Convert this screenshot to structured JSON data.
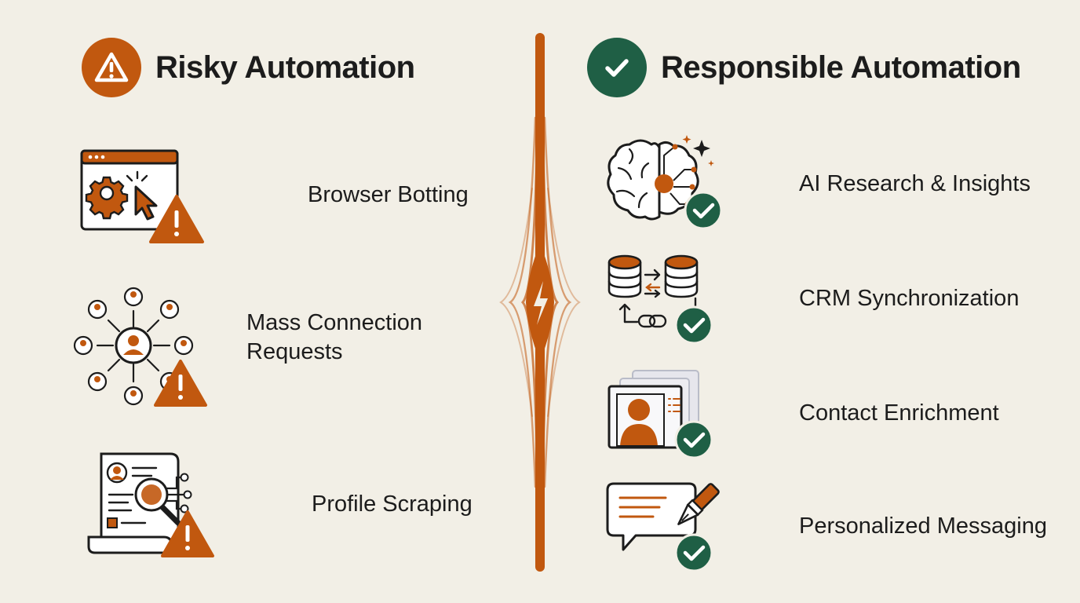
{
  "colors": {
    "risk": "#c1580f",
    "safe": "#1f5f45",
    "ink": "#1c1c1c",
    "background": "#f2efe6"
  },
  "left": {
    "title": "Risky Automation",
    "badge_icon": "warning-icon",
    "items": [
      {
        "label": "Browser Botting",
        "icon": "browser-bot-icon"
      },
      {
        "label": "Mass Connection Requests",
        "icon": "mass-connection-icon"
      },
      {
        "label": "Profile Scraping",
        "icon": "profile-scraping-icon"
      }
    ]
  },
  "right": {
    "title": "Responsible Automation",
    "badge_icon": "checkmark-icon",
    "items": [
      {
        "label": "AI Research & Insights",
        "icon": "ai-brain-icon"
      },
      {
        "label": "CRM Synchronization",
        "icon": "database-sync-icon"
      },
      {
        "label": "Contact Enrichment",
        "icon": "contact-card-icon"
      },
      {
        "label": "Personalized Messaging",
        "icon": "message-pen-icon"
      }
    ]
  },
  "divider": {
    "icon": "lightning-bolt-icon"
  }
}
